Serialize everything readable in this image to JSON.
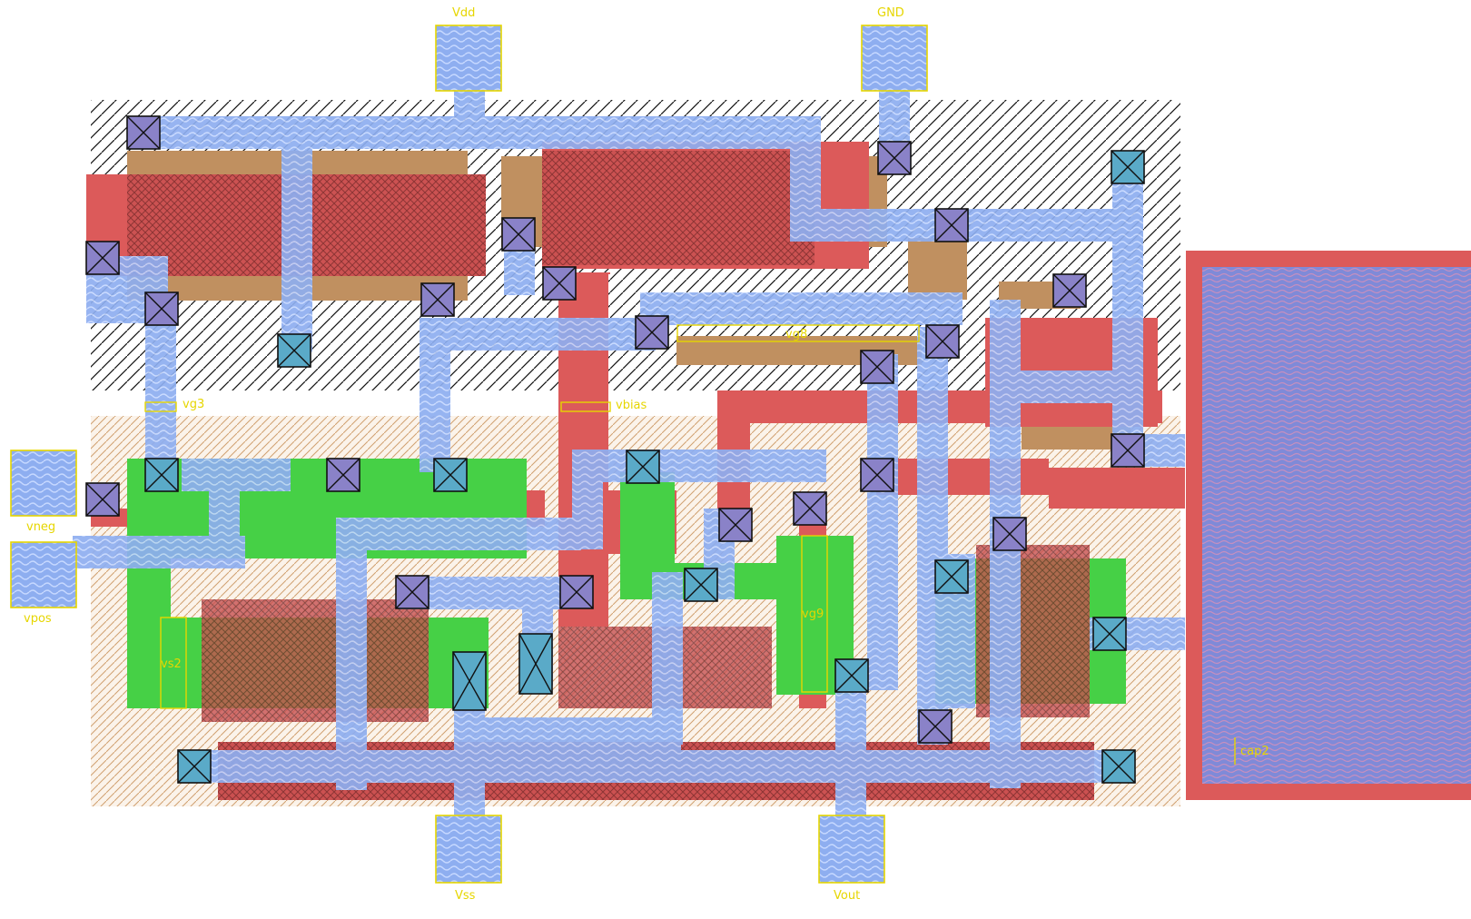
{
  "labels": {
    "vdd": "Vdd",
    "gnd": "GND",
    "vss": "Vss",
    "vout": "Vout",
    "vneg": "vneg",
    "vpos": "vpos",
    "vg3": "vg3",
    "vbias": "vbias",
    "vg8": "vg8",
    "vg9": "vg9",
    "vs2": "vs2",
    "cap2": "cap2"
  },
  "colors": {
    "metal1": "#7ea2ee",
    "poly": "#dc5a5a",
    "active": "#46d046",
    "pselect": "#c09060",
    "label": "#e6d600",
    "via_fill": "#5aaac8"
  }
}
